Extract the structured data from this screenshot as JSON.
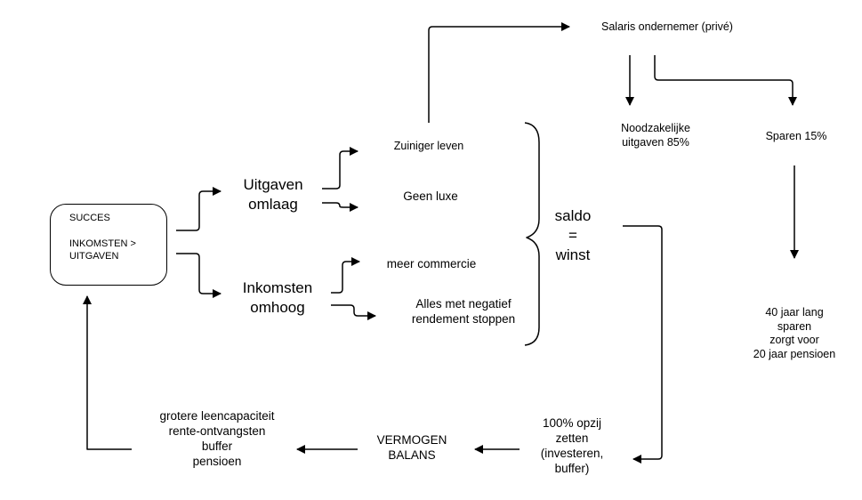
{
  "start_box": {
    "line1": "SUCCES",
    "line2": "INKOMSTEN >\nUITGAVEN"
  },
  "uitgaven": {
    "label": "Uitgaven\nomlaag",
    "items": [
      "Zuiniger leven",
      "Geen luxe"
    ]
  },
  "inkomsten": {
    "label": "Inkomsten\nomhoog",
    "items": [
      "meer commercie",
      "Alles met negatief\nrendement stoppen"
    ]
  },
  "saldo": "saldo\n=\nwinst",
  "salaris": "Salaris ondernemer (privé)",
  "noodzakelijk": "Noodzakelijke\nuitgaven 85%",
  "sparen": "Sparen 15%",
  "pensioen": "40 jaar lang\nsparen\nzorgt voor\n20 jaar pensioen",
  "opzij": "100% opzij\nzetten\n(investeren,\nbuffer)",
  "vermogen": "VERMOGEN\nBALANS",
  "voordelen": "grotere leencapaciteit\nrente-ontvangsten\nbuffer\npensioen"
}
